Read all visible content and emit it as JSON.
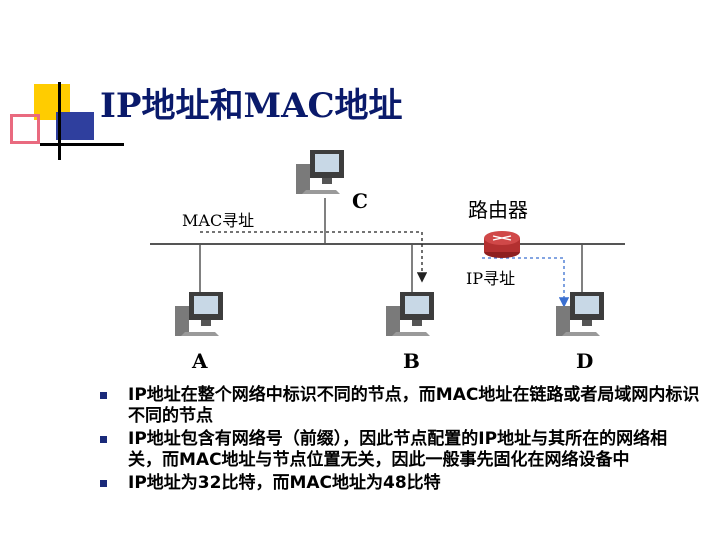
{
  "title": "IP地址和MAC地址",
  "diagram": {
    "labels": {
      "host_a": "A",
      "host_b": "B",
      "host_c": "C",
      "host_d": "D",
      "router": "路由器",
      "mac_addressing": "MAC寻址",
      "ip_addressing": "IP寻址"
    },
    "colors": {
      "bus": "#555555",
      "router": "#b33030",
      "ip_arrow": "#3a6fd0",
      "mac_arrow": "#222222"
    }
  },
  "bullets": [
    "IP地址在整个网络中标识不同的节点，而MAC地址在链路或者局域网内标识不同的节点",
    "IP地址包含有网络号（前缀），因此节点配置的IP地址与其所在的网络相关，而MAC地址与节点位置无关，因此一般事先固化在网络设备中",
    "IP地址为32比特，而MAC地址为48比特"
  ]
}
